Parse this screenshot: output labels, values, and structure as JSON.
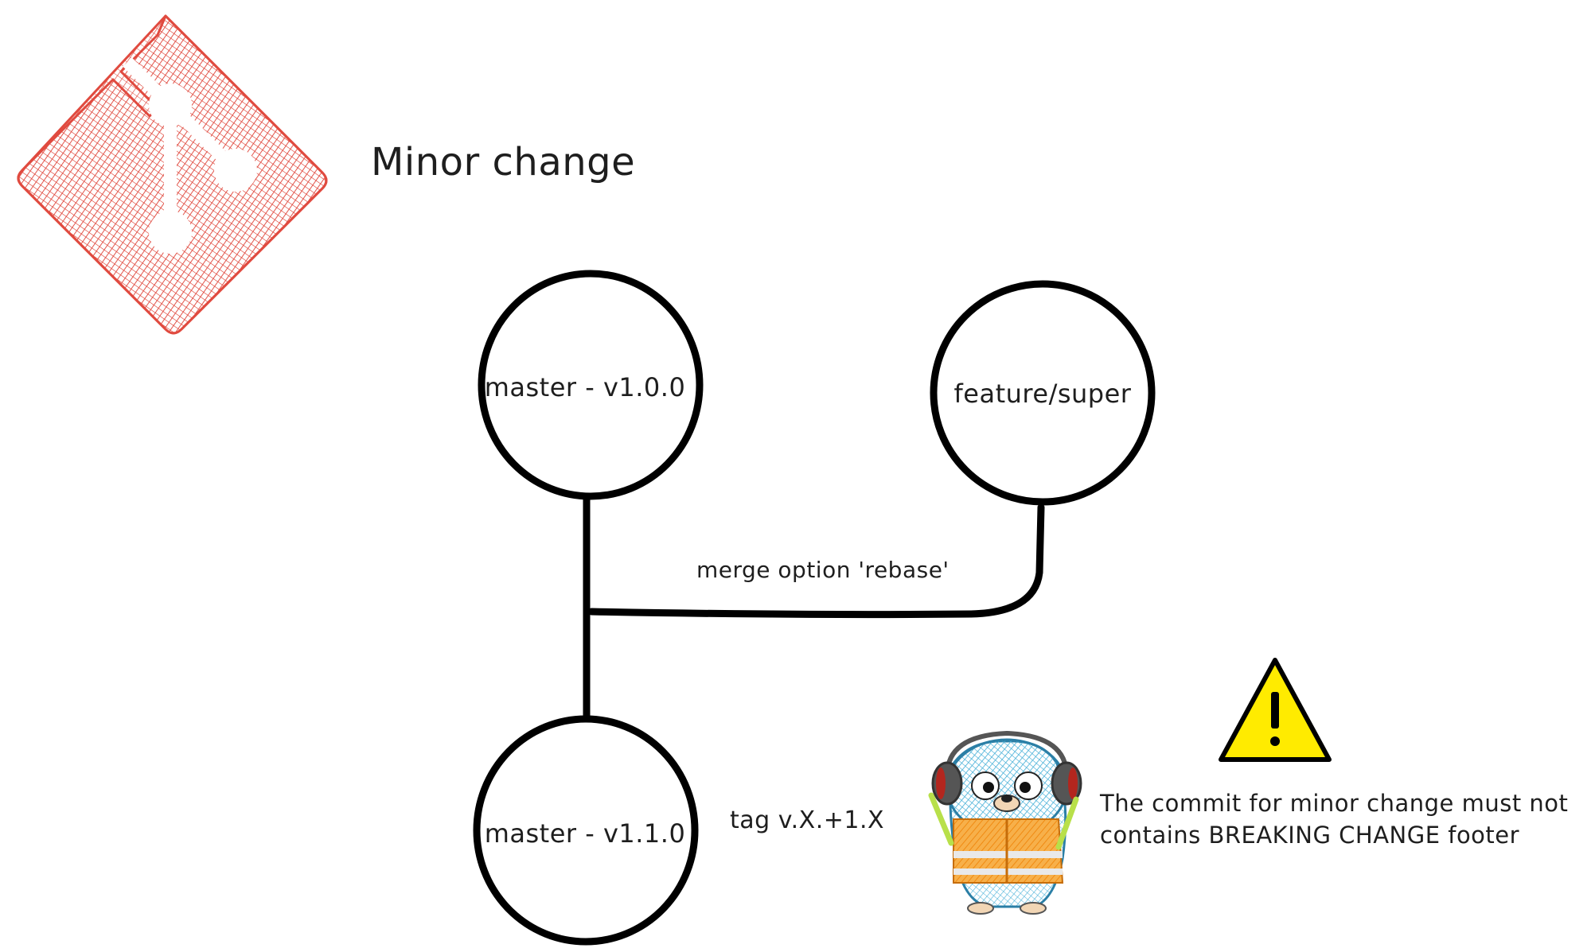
{
  "title": "Minor change",
  "nodes": {
    "master_v100": "master - v1.0.0",
    "feature": "feature/super",
    "master_v110": "master - v1.1.0"
  },
  "merge_label": "merge option 'rebase'",
  "tag_label": "tag v.X.+1.X",
  "warning": {
    "line1": "The commit for minor change must not",
    "line2": "contains BREAKING CHANGE footer",
    "icon": "warning-icon",
    "icon_color": "#ffeb00"
  },
  "logo": {
    "name": "git-logo",
    "color": "#e04a3f"
  },
  "mascot": {
    "name": "gopher-mascot"
  },
  "colors": {
    "stroke": "#000000",
    "logo": "#e04a3f",
    "gopher": "#4fb3d9",
    "vest": "#f39c21"
  }
}
